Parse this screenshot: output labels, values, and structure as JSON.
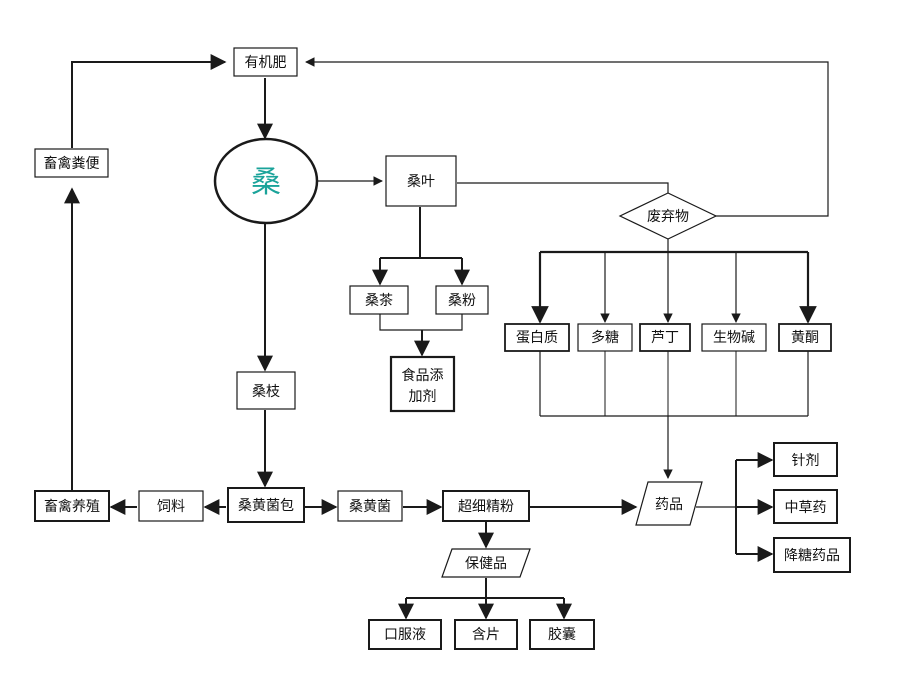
{
  "colors": {
    "line": "#1a1a1a",
    "box_fill": "#ffffff",
    "center_text": "#1aa39a"
  },
  "nodes": {
    "organic_fertilizer": "有机肥",
    "mulberry": "桑",
    "livestock_manure": "畜禽粪便",
    "mulberry_leaf": "桑叶",
    "waste": "废弃物",
    "mulberry_tea": "桑茶",
    "mulberry_powder": "桑粉",
    "food_additive_line1": "食品添",
    "food_additive_line2": "加剂",
    "protein": "蛋白质",
    "polysaccharide": "多糖",
    "rutin": "芦丁",
    "alkaloid": "生物碱",
    "flavonoid": "黄酮",
    "mulberry_branch": "桑枝",
    "livestock_breeding": "畜禽养殖",
    "feed": "饲料",
    "fungus_bag": "桑黄菌包",
    "phellinus": "桑黄菌",
    "ultrafine_powder": "超细精粉",
    "medicine": "药品",
    "injection": "针剂",
    "chinese_herbal": "中草药",
    "hypoglycemic": "降糖药品",
    "health_product": "保健品",
    "oral_liquid": "口服液",
    "tablet": "含片",
    "capsule": "胶囊"
  }
}
